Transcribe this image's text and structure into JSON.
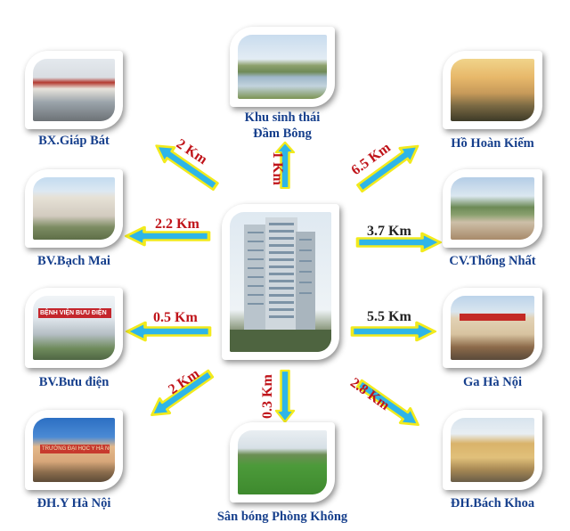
{
  "center": {
    "name": "building-photo"
  },
  "destinations": [
    {
      "id": "giap-bat",
      "label": "BX.Giáp Bát",
      "distance": "2 Km"
    },
    {
      "id": "dam-bong",
      "label_line1": "Khu sinh thái",
      "label_line2": "Đầm Bông",
      "distance": "1 Km"
    },
    {
      "id": "hoan-kiem",
      "label": "Hồ Hoàn Kiếm",
      "distance": "6.5 Km"
    },
    {
      "id": "bach-mai",
      "label": "BV.Bạch Mai",
      "distance": "2.2 Km"
    },
    {
      "id": "thong-nhat",
      "label": "CV.Thống Nhất",
      "distance": "3.7 Km"
    },
    {
      "id": "buu-dien",
      "label": "BV.Bưu điện",
      "distance": "0.5 Km"
    },
    {
      "id": "ga-ha-noi",
      "label": "Ga Hà Nội",
      "distance": "5.5 Km"
    },
    {
      "id": "y-ha-noi",
      "label": "ĐH.Y Hà Nội",
      "distance": "2 Km"
    },
    {
      "id": "phong-khong",
      "label": "Sân  bóng Phòng Không",
      "distance": "0.3 Km"
    },
    {
      "id": "bach-khoa",
      "label": "ĐH.Bách Khoa",
      "distance": "2.8 Km"
    }
  ],
  "photo_texts": {
    "buu_dien_sign": "BỆNH VIỆN BƯU ĐIỆN",
    "y_ha_noi_sign": "TRƯỜNG ĐẠI HỌC Y HÀ NỘI"
  },
  "colors": {
    "label": "#163f8c",
    "distance_red": "#c0141a",
    "arrow_fill": "#2eb5e8",
    "arrow_outline": "#f2ea1c"
  }
}
